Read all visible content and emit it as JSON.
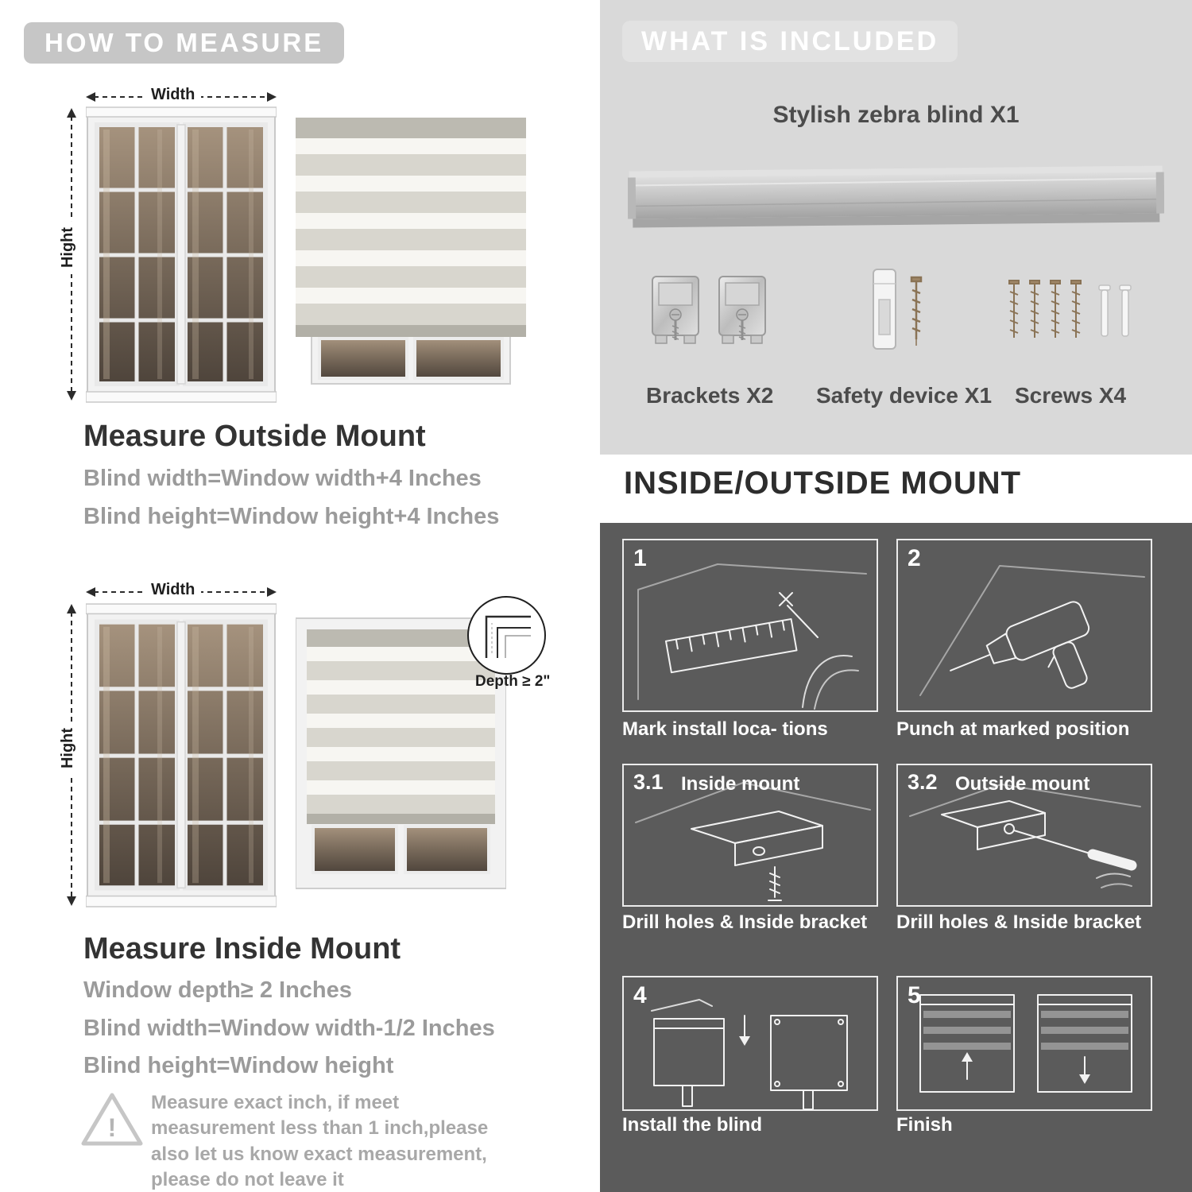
{
  "colors": {
    "panel_light": "#d9d9d9",
    "panel_dark": "#5b5b5b",
    "header_pill": "#c6c6c6",
    "accent_text": "#9b9b9b"
  },
  "left": {
    "header": "HOW TO MEASURE",
    "outside": {
      "width_label": "Width",
      "height_label": "Hight",
      "title": "Measure Outside Mount",
      "line1": "Blind width=Window width+4 Inches",
      "line2": "Blind height=Window height+4 Inches"
    },
    "inside": {
      "width_label": "Width",
      "height_label": "Hight",
      "depth_label": "Depth ≥ 2\"",
      "title": "Measure Inside Mount",
      "line1": "Window depth≥ 2 Inches",
      "line2": "Blind width=Window width-1/2 Inches",
      "line3": "Blind height=Window height"
    },
    "warning": {
      "glyph": "!",
      "text": "Measure exact inch, if meet measurement less than 1 inch,please also let us know exact measurement, please do not leave it"
    }
  },
  "right": {
    "included": {
      "header": "WHAT IS INCLUDED",
      "blind_label": "Stylish zebra blind X1",
      "items": [
        {
          "label": "Brackets X2"
        },
        {
          "label": "Safety device X1"
        },
        {
          "label": "Screws X4"
        }
      ]
    },
    "mount": {
      "header": "INSIDE/OUTSIDE MOUNT",
      "steps": [
        {
          "num": "1",
          "caption": "Mark install loca- tions"
        },
        {
          "num": "2",
          "caption": "Punch at  marked position"
        },
        {
          "num": "3.1",
          "label": "Inside mount",
          "caption": "Drill holes &  Inside bracket"
        },
        {
          "num": "3.2",
          "label": "Outside mount",
          "caption": "Drill holes &  Inside bracket"
        },
        {
          "num": "4",
          "caption": "Install the blind"
        },
        {
          "num": "5",
          "caption": "Finish"
        }
      ]
    }
  }
}
